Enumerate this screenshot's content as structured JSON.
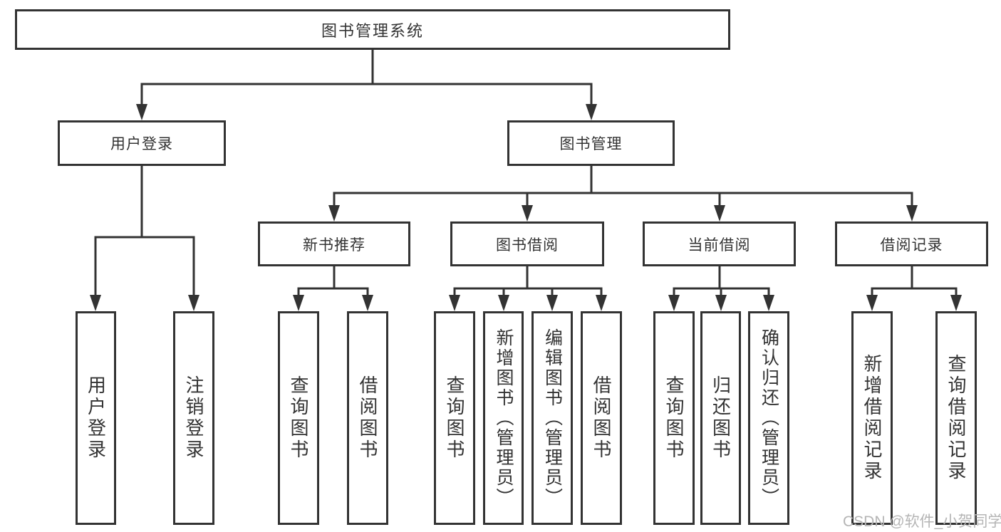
{
  "diagram": {
    "root": {
      "label": "图书管理系统"
    },
    "level2": [
      {
        "id": "user-login",
        "label": "用户登录"
      },
      {
        "id": "book-management",
        "label": "图书管理"
      }
    ],
    "level3": [
      {
        "id": "new-book-recommend",
        "label": "新书推荐",
        "parent": "图书管理"
      },
      {
        "id": "book-borrow",
        "label": "图书借阅",
        "parent": "图书管理"
      },
      {
        "id": "current-borrow",
        "label": "当前借阅",
        "parent": "图书管理"
      },
      {
        "id": "borrow-records",
        "label": "借阅记录",
        "parent": "图书管理"
      }
    ],
    "leaves": [
      {
        "label": "用户登录",
        "parent": "用户登录"
      },
      {
        "label": "注销登录",
        "parent": "用户登录"
      },
      {
        "label": "查询图书",
        "parent": "新书推荐"
      },
      {
        "label": "借阅图书",
        "parent": "新书推荐"
      },
      {
        "label": "查询图书",
        "parent": "图书借阅"
      },
      {
        "label": "新增图书（管理员）",
        "parent": "图书借阅"
      },
      {
        "label": "编辑图书（管理员）",
        "parent": "图书借阅"
      },
      {
        "label": "借阅图书",
        "parent": "图书借阅"
      },
      {
        "label": "查询图书",
        "parent": "当前借阅"
      },
      {
        "label": "归还图书",
        "parent": "当前借阅"
      },
      {
        "label": "确认归还（管理员）",
        "parent": "当前借阅"
      },
      {
        "label": "新增借阅记录",
        "parent": "借阅记录"
      },
      {
        "label": "查询借阅记录",
        "parent": "借阅记录"
      }
    ],
    "colors": {
      "line": "#333333",
      "text": "#333333",
      "background": "#ffffff",
      "watermark": "#b5b5b5"
    }
  },
  "watermark": {
    "text": "CSDN @软件_小贺同学"
  }
}
